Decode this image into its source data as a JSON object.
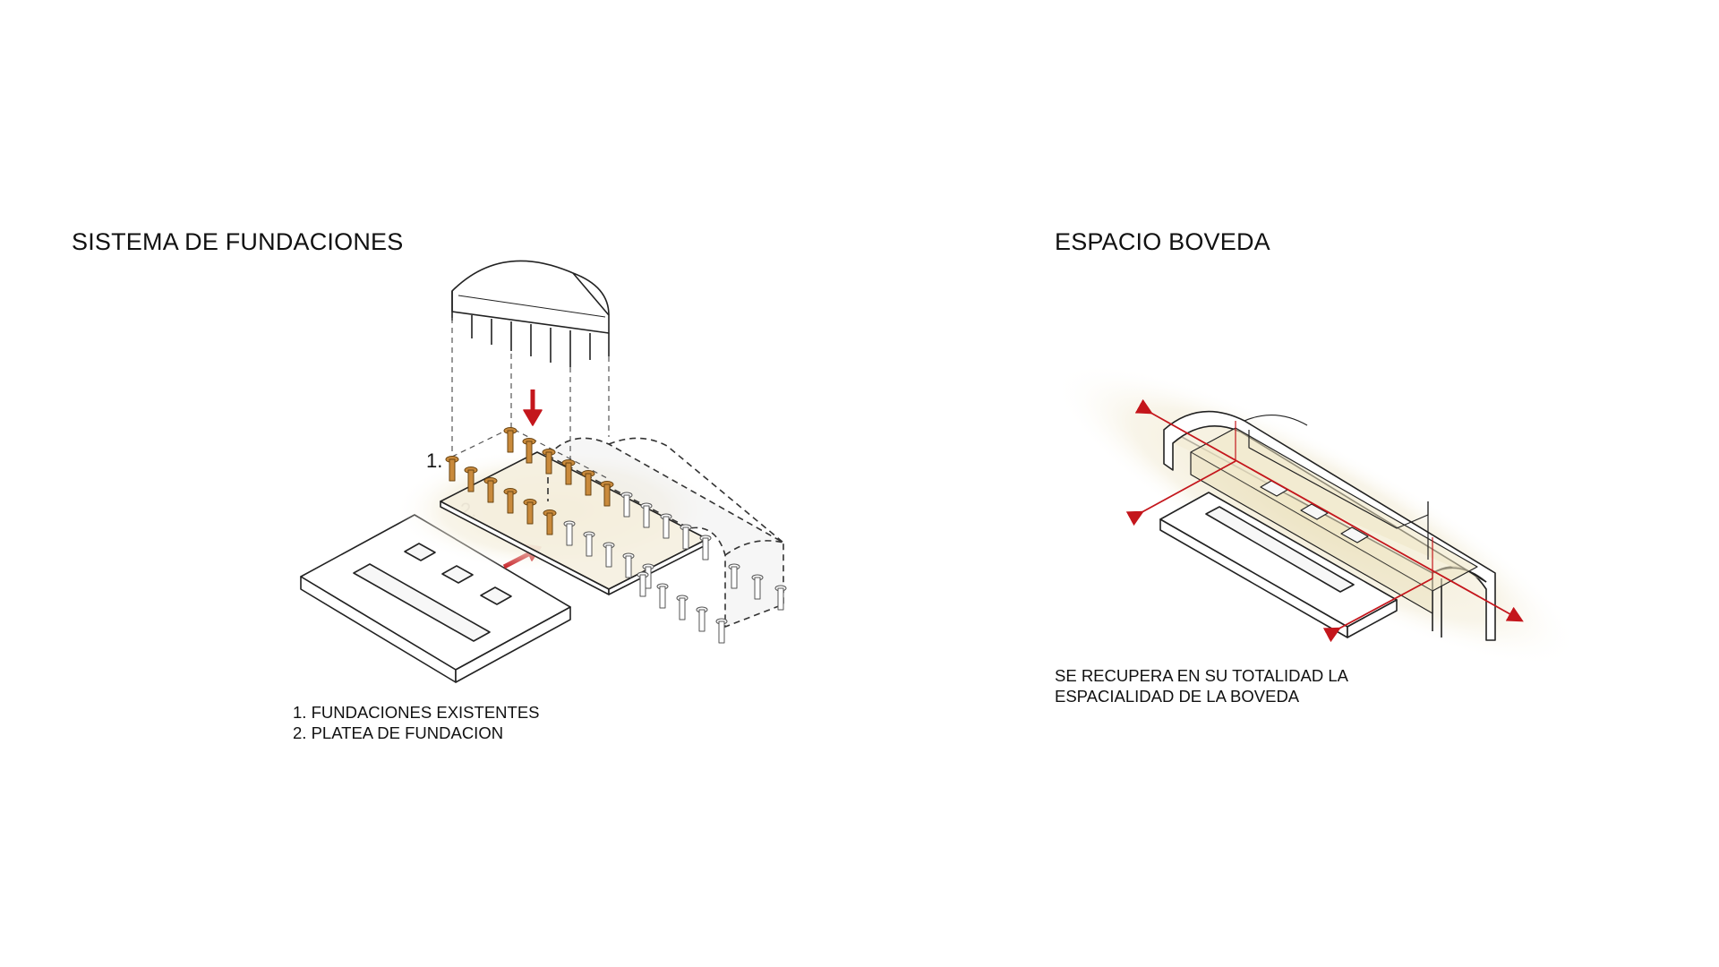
{
  "left_panel": {
    "title": "SISTEMA DE FUNDACIONES",
    "label_1": "1.",
    "label_2": "2.",
    "legend": [
      "1. FUNDACIONES EXISTENTES",
      "2. PLATEA DE FUNDACION"
    ]
  },
  "right_panel": {
    "title": "ESPACIO BOVEDA",
    "caption": [
      "SE RECUPERA EN SU TOTALIDAD LA",
      "ESPACIALIDAD DE LA BOVEDA"
    ]
  },
  "colors": {
    "line": "#222222",
    "arrow_red": "#c4161c",
    "pile_orange": "#c98a3c",
    "slab_fill": "#f3eddc",
    "glow": "#f1ead2"
  }
}
